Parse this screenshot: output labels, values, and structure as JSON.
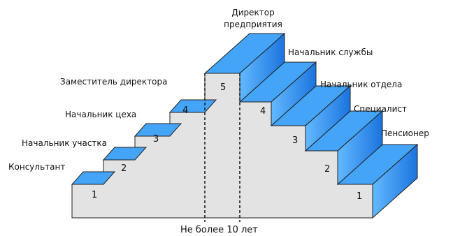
{
  "top_label": {
    "line1": "Директор",
    "line2": "предприятия"
  },
  "left_labels": [
    "Консультант",
    "Начальник участка",
    "Начальник цеха",
    "Заместитель директора"
  ],
  "right_labels": [
    "Пенсионер",
    "Специалист",
    "Начальник отдела",
    "Начальник службы"
  ],
  "left_steps": [
    "1",
    "2",
    "3",
    "4"
  ],
  "right_steps": [
    "1",
    "2",
    "3",
    "4"
  ],
  "top_step": "5",
  "bottom_note": "Не более 10 лет",
  "colors": {
    "blue_top": "#44a4f8",
    "blue_dark": "#1e78e6",
    "gray_fill": "#e3e3e3",
    "outline": "#202020"
  }
}
